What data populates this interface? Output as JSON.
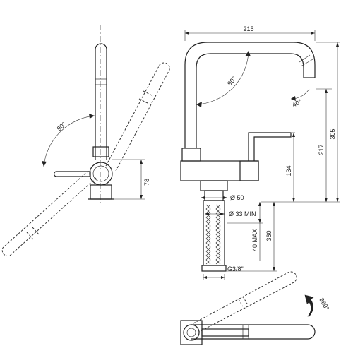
{
  "dimensions": {
    "width_top": "215",
    "height_total": "305",
    "height_spout": "217",
    "height_body": "134",
    "height_base_side": "78",
    "hose_length": "360",
    "angle_side": "90°",
    "angle_spout": "90°",
    "angle_outlet": "40°",
    "angle_rotation": "360°",
    "diameter_base": "Ø 50",
    "diameter_hole": "Ø 33 MIN",
    "thickness_max": "40 MAX",
    "thread": "G3/8\""
  }
}
